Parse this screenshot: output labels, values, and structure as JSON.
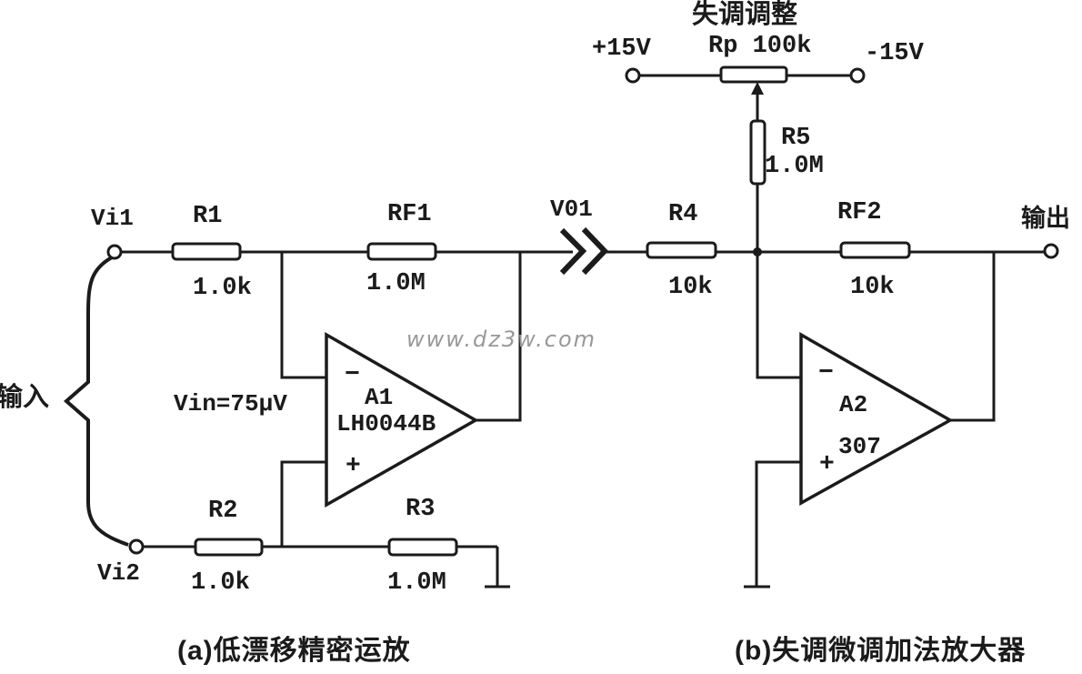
{
  "page": {
    "background_color": "#ffffff",
    "ink_color": "#1b1b1b",
    "watermark_color": "#989898",
    "watermark": "www.dz3w.com"
  },
  "circuit_a": {
    "caption": "(a)低漂移精密运放",
    "input_brace_label": "输入",
    "input1_label": "Vi1",
    "input2_label": "Vi2",
    "input_voltage": "Vin=75μV",
    "output_node_label": "V01",
    "r1": {
      "name": "R1",
      "value": "1.0k"
    },
    "rf1": {
      "name": "RF1",
      "value": "1.0M"
    },
    "r2": {
      "name": "R2",
      "value": "1.0k"
    },
    "r3": {
      "name": "R3",
      "value": "1.0M"
    },
    "opamp": {
      "designator": "A1",
      "part": "LH0044B",
      "inverting": "−",
      "noninverting": "+"
    }
  },
  "circuit_b": {
    "caption": "(b)失调微调加法放大器",
    "offset_adjust_title": "失调调整",
    "positive_supply": "+15V",
    "negative_supply": "-15V",
    "potentiometer": {
      "name_value": "Rp 100k"
    },
    "r5": {
      "name": "R5",
      "value": "1.0M"
    },
    "r4": {
      "name": "R4",
      "value": "10k"
    },
    "rf2": {
      "name": "RF2",
      "value": "10k"
    },
    "opamp": {
      "designator": "A2",
      "part": "307",
      "inverting": "−",
      "noninverting": "+"
    },
    "output_label": "输出"
  }
}
